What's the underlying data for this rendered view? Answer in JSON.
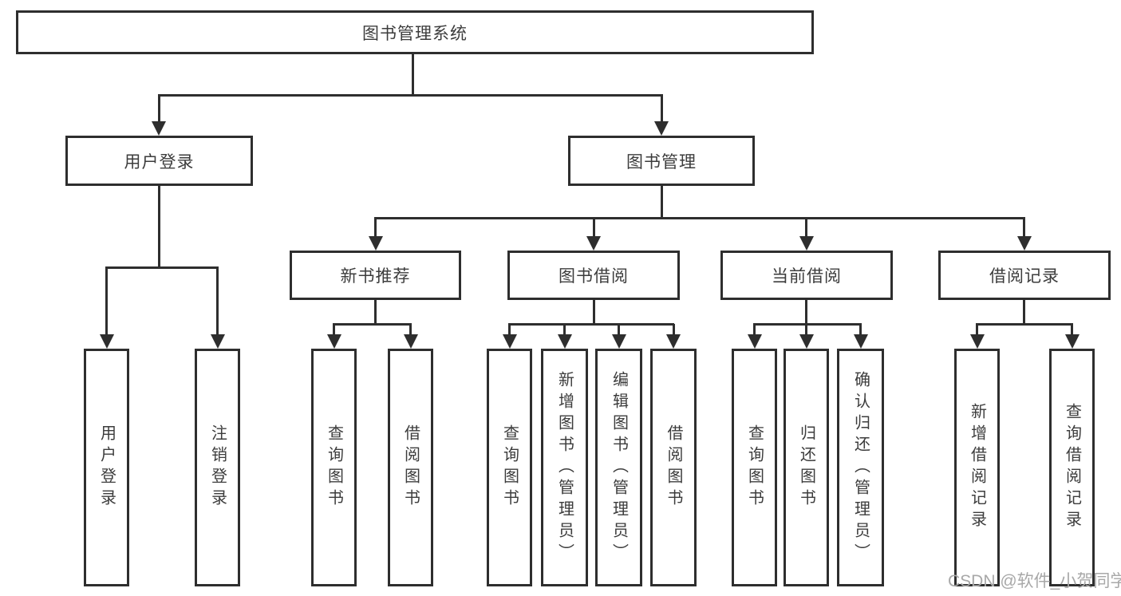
{
  "root": {
    "label": "图书管理系统"
  },
  "level2": [
    {
      "label": "用户登录",
      "children": [
        {
          "label": "用户登录"
        },
        {
          "label": "注销登录"
        }
      ]
    },
    {
      "label": "图书管理",
      "children": [
        {
          "label": "新书推荐",
          "children": [
            {
              "label": "查询图书"
            },
            {
              "label": "借阅图书"
            }
          ]
        },
        {
          "label": "图书借阅",
          "children": [
            {
              "label": "查询图书"
            },
            {
              "label": "新增图书（管理员）"
            },
            {
              "label": "编辑图书（管理员）"
            },
            {
              "label": "借阅图书"
            }
          ]
        },
        {
          "label": "当前借阅",
          "children": [
            {
              "label": "查询图书"
            },
            {
              "label": "归还图书"
            },
            {
              "label": "确认归还（管理员）"
            }
          ]
        },
        {
          "label": "借阅记录",
          "children": [
            {
              "label": "新增借阅记录"
            },
            {
              "label": "查询借阅记录"
            }
          ]
        }
      ]
    }
  ],
  "watermark": {
    "text": "CSDN @软件_小贺同学"
  },
  "colors": {
    "line": "#2e2e2e",
    "text": "#3c3c3c",
    "background": "#ffffff",
    "watermark": "#a8a8a8"
  }
}
